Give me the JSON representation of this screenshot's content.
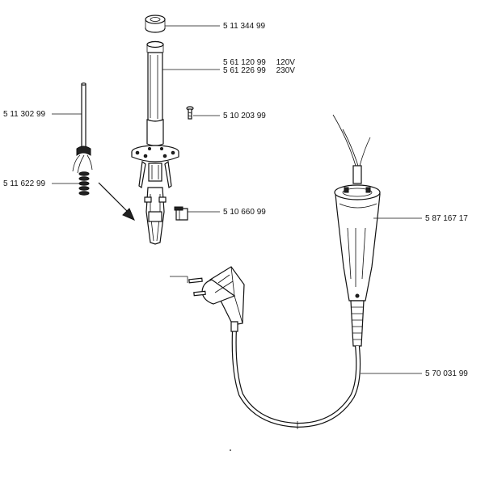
{
  "parts": [
    {
      "id": "ring",
      "number": "5 11 344 99"
    },
    {
      "id": "barrel-120",
      "number": "5 61 120 99",
      "voltage": "120V"
    },
    {
      "id": "barrel-230",
      "number": "5 61 226 99",
      "voltage": "230V"
    },
    {
      "id": "screw",
      "number": "5 10 203 99"
    },
    {
      "id": "sensor",
      "number": "5 11 302 99"
    },
    {
      "id": "spring",
      "number": "5 11 622 99"
    },
    {
      "id": "clip",
      "number": "5 10 660 99"
    },
    {
      "id": "handle",
      "number": "5 87 167 17"
    },
    {
      "id": "cable",
      "number": "5 70 031 99"
    }
  ]
}
